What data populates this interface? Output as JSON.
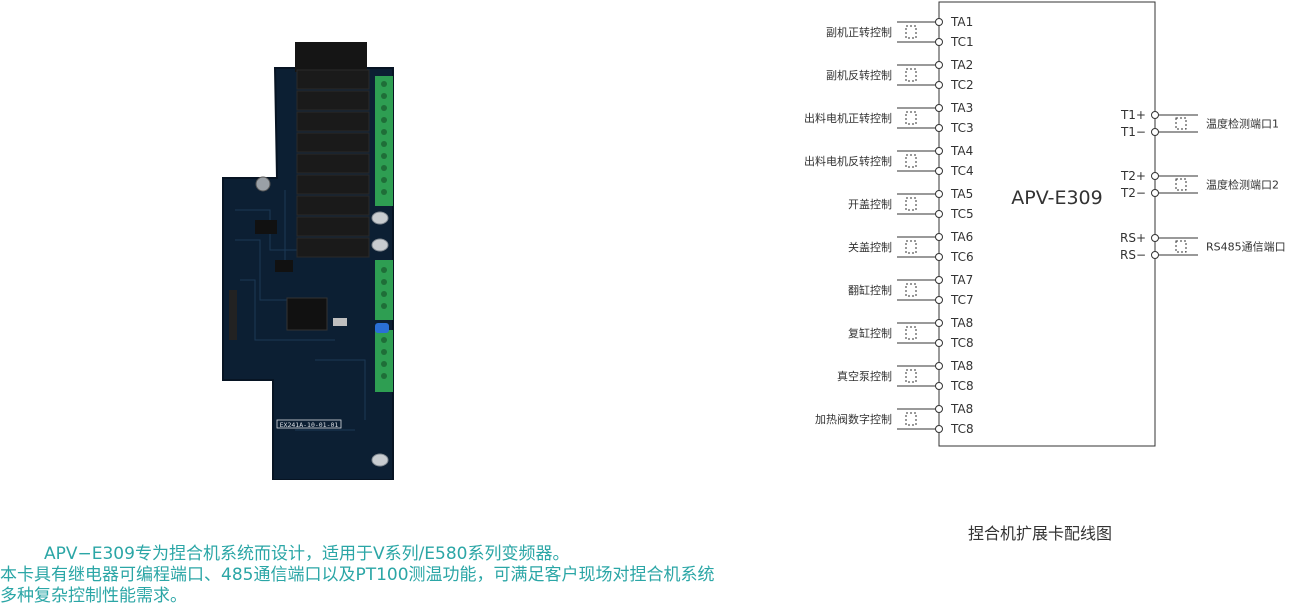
{
  "diagram": {
    "device_label": "APV-E309",
    "caption": "捏合机扩展卡配线图",
    "left_terminals": [
      {
        "label": "副机正转控制",
        "top": "TA1",
        "bottom": "TC1"
      },
      {
        "label": "副机反转控制",
        "top": "TA2",
        "bottom": "TC2"
      },
      {
        "label": "出料电机正转控制",
        "top": "TA3",
        "bottom": "TC3"
      },
      {
        "label": "出料电机反转控制",
        "top": "TA4",
        "bottom": "TC4"
      },
      {
        "label": "开盖控制",
        "top": "TA5",
        "bottom": "TC5"
      },
      {
        "label": "关盖控制",
        "top": "TA6",
        "bottom": "TC6"
      },
      {
        "label": "翻缸控制",
        "top": "TA7",
        "bottom": "TC7"
      },
      {
        "label": "复缸控制",
        "top": "TA8",
        "bottom": "TC8"
      },
      {
        "label": "真空泵控制",
        "top": "TA8",
        "bottom": "TC8"
      },
      {
        "label": "加热阀数字控制",
        "top": "TA8",
        "bottom": "TC8"
      }
    ],
    "right_terminals": [
      {
        "label": "温度检测端口1",
        "top": "T1+",
        "bottom": "T1−"
      },
      {
        "label": "温度检测端口2",
        "top": "T2+",
        "bottom": "T2−"
      },
      {
        "label": "RS485通信端口",
        "top": "RS+",
        "bottom": "RS−"
      }
    ]
  },
  "description": {
    "line1": "APV−E309专为捏合机系统而设计，适用于V系列/E580系列变频器。",
    "line2": "本卡具有继电器可编程端口、485通信端口以及PT100测温功能，可满足客户现场对捏合机系统",
    "line3": "多种复杂控制性能需求。"
  },
  "pcb": {
    "board_marking": "EX241A-10-01-01"
  },
  "colors": {
    "pcb_board": "#0c1f33",
    "relay": "#1a1a1a",
    "terminal_block": "#2e9e52",
    "description_text": "#2ba6a6",
    "line": "#333333"
  }
}
